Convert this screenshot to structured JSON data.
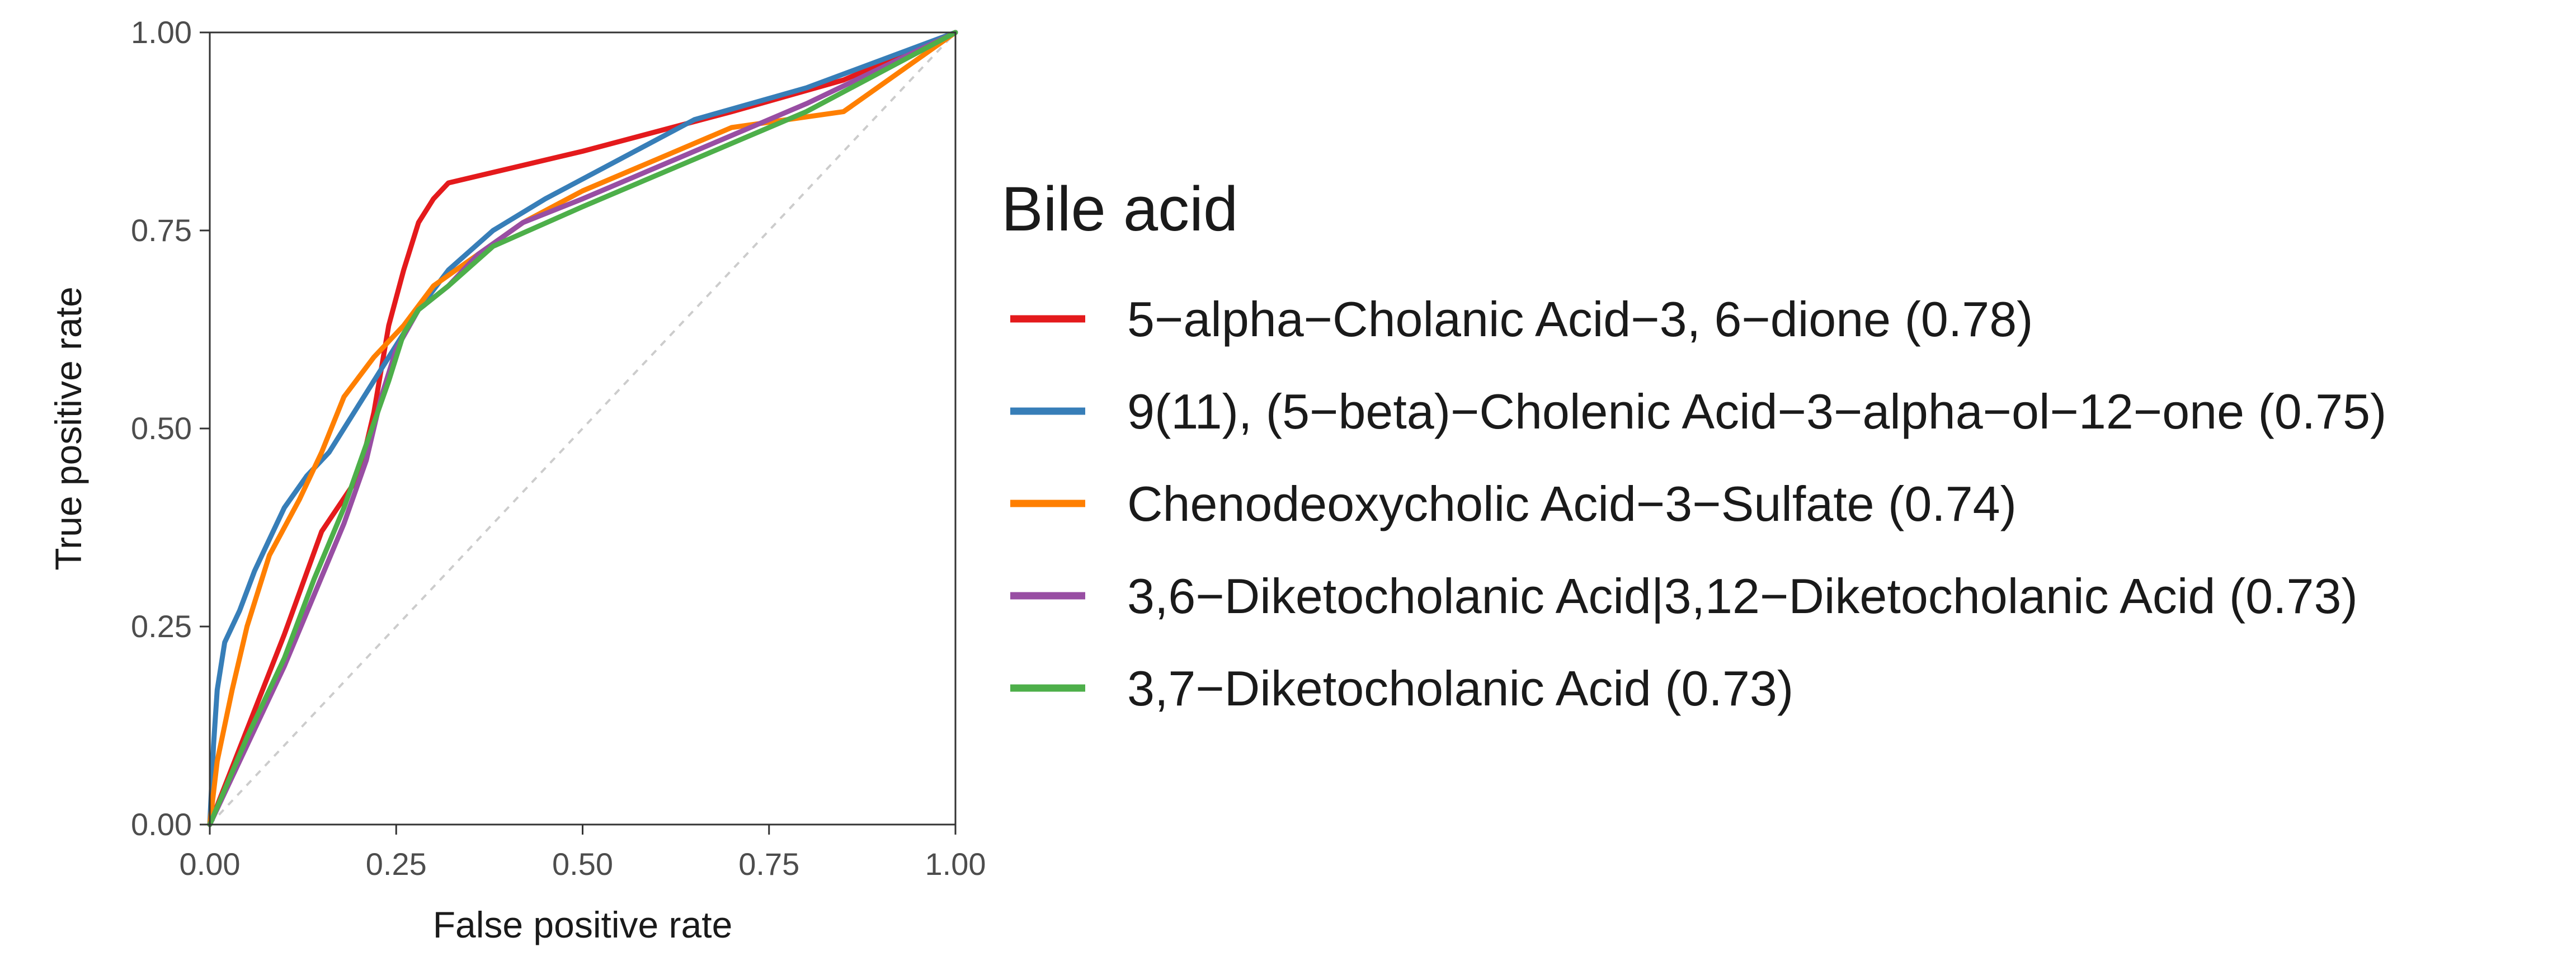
{
  "chart_data": {
    "type": "line",
    "title": "",
    "xlabel": "False positive rate",
    "ylabel": "True positive rate",
    "xlim": [
      0,
      1
    ],
    "ylim": [
      0,
      1
    ],
    "xticks": [
      "0.00",
      "0.25",
      "0.50",
      "0.75",
      "1.00"
    ],
    "yticks": [
      "0.00",
      "0.25",
      "0.50",
      "0.75",
      "1.00"
    ],
    "grid": false,
    "diagonal_reference": true,
    "legend": {
      "title": "Bile acid",
      "placement": "right"
    },
    "series": [
      {
        "name": "5−alpha−Cholanic Acid−3, 6−dione (0.78)",
        "color": "#e41a1c",
        "x": [
          0,
          0.05,
          0.1,
          0.15,
          0.2,
          0.22,
          0.24,
          0.26,
          0.28,
          0.3,
          0.32,
          0.5,
          0.7,
          0.85,
          1.0
        ],
        "y": [
          0,
          0.12,
          0.24,
          0.37,
          0.44,
          0.52,
          0.63,
          0.7,
          0.76,
          0.79,
          0.81,
          0.85,
          0.9,
          0.94,
          1.0
        ]
      },
      {
        "name": "9(11), (5−beta)−Cholenic Acid−3−alpha−ol−12−one (0.75)",
        "color": "#377eb8",
        "x": [
          0,
          0.005,
          0.01,
          0.02,
          0.04,
          0.06,
          0.08,
          0.1,
          0.13,
          0.16,
          0.2,
          0.24,
          0.28,
          0.32,
          0.38,
          0.45,
          0.55,
          0.65,
          0.8,
          1.0
        ],
        "y": [
          0,
          0.1,
          0.17,
          0.23,
          0.27,
          0.32,
          0.36,
          0.4,
          0.44,
          0.47,
          0.53,
          0.59,
          0.65,
          0.7,
          0.75,
          0.79,
          0.84,
          0.89,
          0.93,
          1.0
        ]
      },
      {
        "name": "Chenodeoxycholic Acid−3−Sulfate  (0.74)",
        "color": "#ff7f00",
        "x": [
          0,
          0.01,
          0.03,
          0.05,
          0.08,
          0.12,
          0.15,
          0.18,
          0.22,
          0.26,
          0.3,
          0.36,
          0.42,
          0.5,
          0.6,
          0.7,
          0.85,
          1.0
        ],
        "y": [
          0,
          0.08,
          0.17,
          0.25,
          0.34,
          0.41,
          0.47,
          0.54,
          0.59,
          0.63,
          0.68,
          0.72,
          0.76,
          0.8,
          0.84,
          0.88,
          0.9,
          1.0
        ]
      },
      {
        "name": "3,6−Diketocholanic Acid|3,12−Diketocholanic Acid (0.73)",
        "color": "#984ea3",
        "x": [
          0,
          0.05,
          0.1,
          0.14,
          0.18,
          0.21,
          0.23,
          0.25,
          0.28,
          0.32,
          0.36,
          0.42,
          0.5,
          0.65,
          0.8,
          1.0
        ],
        "y": [
          0,
          0.1,
          0.2,
          0.29,
          0.38,
          0.46,
          0.54,
          0.6,
          0.65,
          0.68,
          0.72,
          0.76,
          0.79,
          0.85,
          0.91,
          1.0
        ]
      },
      {
        "name": "3,7−Diketocholanic Acid (0.73)",
        "color": "#4daf4a",
        "x": [
          0,
          0.05,
          0.1,
          0.14,
          0.18,
          0.21,
          0.24,
          0.26,
          0.28,
          0.32,
          0.38,
          0.5,
          0.65,
          0.8,
          1.0
        ],
        "y": [
          0,
          0.11,
          0.21,
          0.31,
          0.4,
          0.48,
          0.56,
          0.62,
          0.65,
          0.68,
          0.73,
          0.78,
          0.84,
          0.9,
          1.0
        ]
      }
    ]
  }
}
